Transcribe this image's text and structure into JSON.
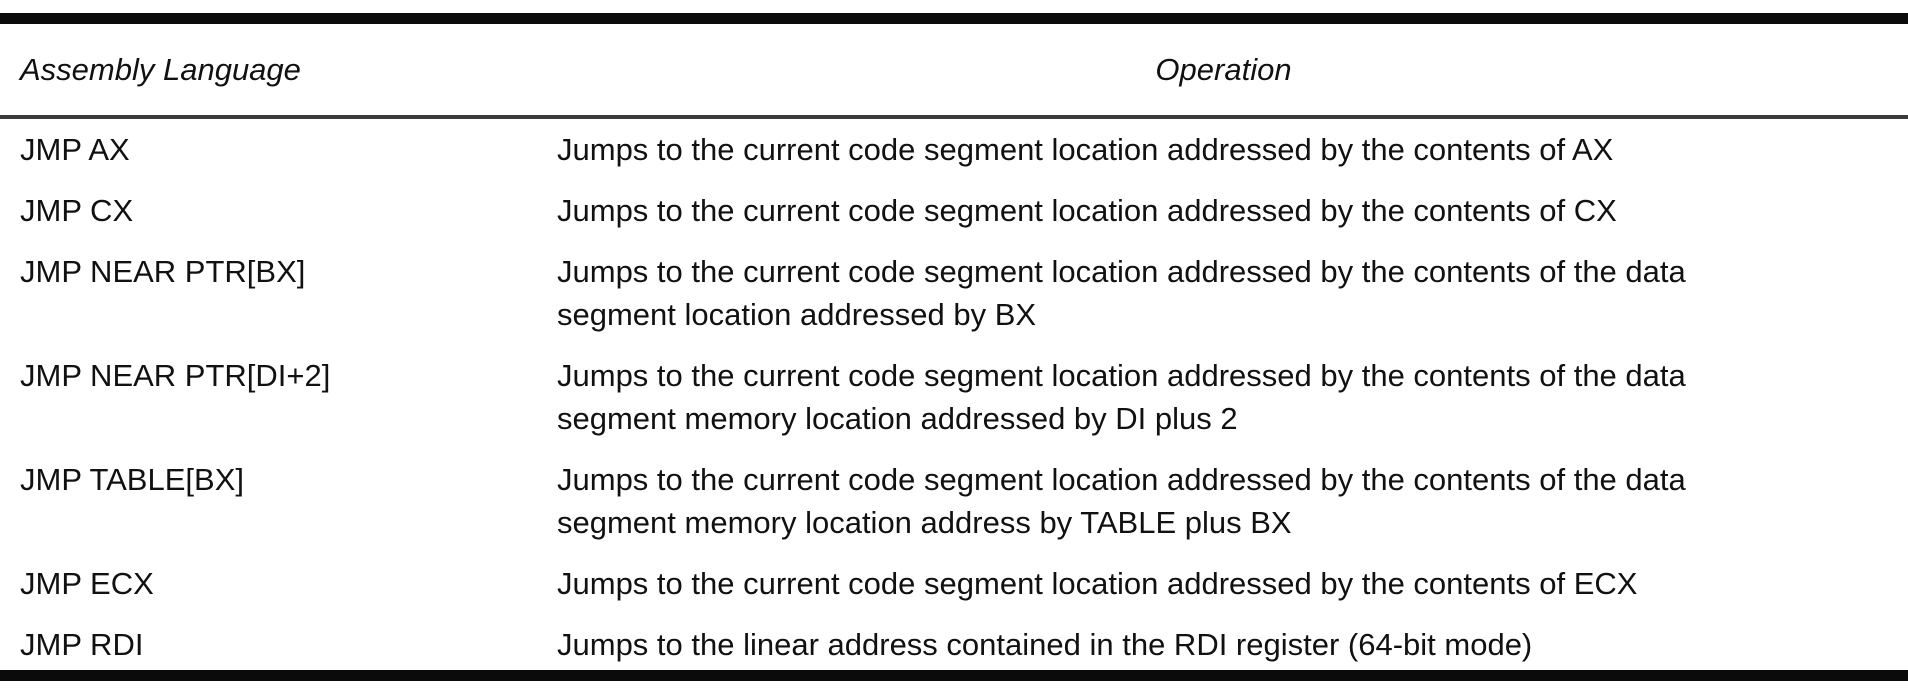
{
  "table": {
    "columns": [
      {
        "label": "Assembly Language"
      },
      {
        "label": "Operation"
      }
    ],
    "rows": [
      {
        "asm": "JMP AX",
        "operation_lines": [
          "Jumps to the current code segment location addressed by the contents of AX"
        ]
      },
      {
        "asm": "JMP CX",
        "operation_lines": [
          "Jumps to the current code segment location addressed by the contents of CX"
        ]
      },
      {
        "asm": "JMP NEAR PTR[BX]",
        "operation_lines": [
          "Jumps to the current code segment location addressed by the contents of the data",
          "segment location addressed by BX"
        ]
      },
      {
        "asm": "JMP NEAR PTR[DI+2]",
        "operation_lines": [
          "Jumps to the current code segment location addressed by the contents of the data",
          "segment memory location addressed by DI plus 2"
        ]
      },
      {
        "asm": "JMP TABLE[BX]",
        "operation_lines": [
          "Jumps to the current code segment location addressed by the contents of the data",
          "segment memory location address by TABLE plus BX"
        ]
      },
      {
        "asm": "JMP ECX",
        "operation_lines": [
          "Jumps to the current code segment location addressed by the contents of ECX"
        ]
      },
      {
        "asm": "JMP RDI",
        "operation_lines": [
          "Jumps to the linear address contained in the RDI register (64-bit mode)"
        ]
      }
    ],
    "colors": {
      "text": "#111111",
      "rule": "#0b0b0b",
      "background": "#ffffff"
    }
  }
}
